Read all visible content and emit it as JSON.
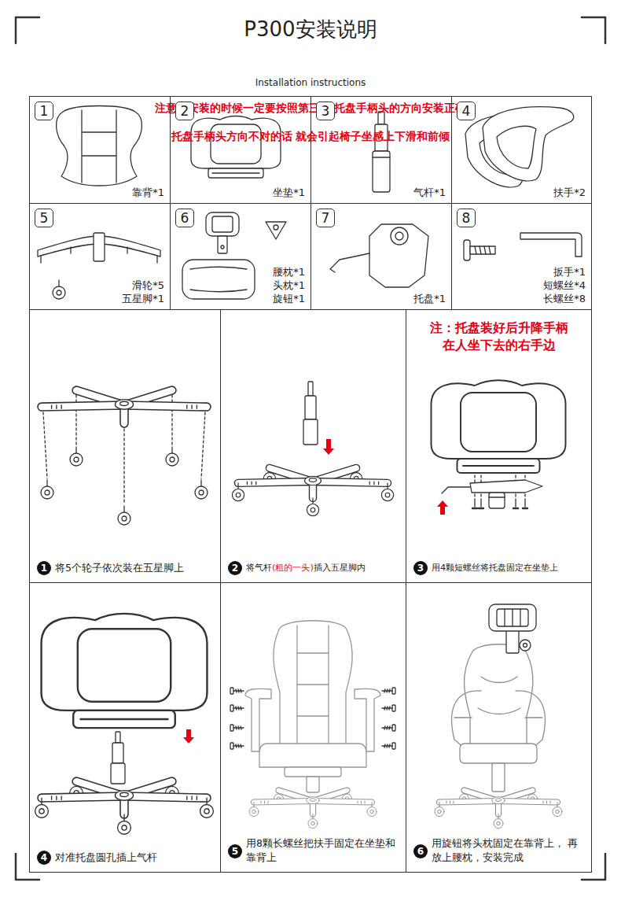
{
  "diagram": {
    "title": "P300安装说明",
    "nodes": [
      {
        "text": [
          "靠背*1"
        ]
      },
      {
        "text": [
          "1"
        ],
        "in": 0
      },
      {
        "text": [
          "坐垫*1"
        ]
      },
      {
        "text": [
          "2"
        ],
        "in": 2
      },
      {
        "text": [
          "气杆*1"
        ]
      },
      {
        "text": [
          "3"
        ],
        "in": 4
      },
      {
        "text": [
          "扶手*2"
        ]
      },
      {
        "text": [
          "4"
        ],
        "in": 6
      },
      {
        "text": [
          "滑轮*5",
          "五星脚*1"
        ]
      },
      {
        "text": [
          "5"
        ],
        "in": 8
      },
      {
        "text": [
          "腰枕*1",
          "头枕*1",
          "旋钮*1"
        ]
      },
      {
        "text": [
          "6"
        ],
        "in": 10
      },
      {
        "text": [
          "托盘*1"
        ]
      },
      {
        "text": [
          "7"
        ],
        "in": 12
      },
      {
        "text": [
          "扳手*1",
          "短螺丝*4",
          "长螺丝*8"
        ]
      },
      {
        "text": [
          "8"
        ],
        "in": 14
      },
      {
        "text": [
          "将5个轮子依次装在五星脚上"
        ]
      },
      {
        "text": [
          "1"
        ],
        "in": 16
      },
      {
        "text": [
          "将气杆",
          "(粗的一头)",
          "插入五星脚内"
        ]
      },
      {
        "text": [
          "2"
        ],
        "in": 18
      },
      {
        "text": [
          "注：托盘装好后升降手柄 在人坐下去的右手边",
          "用4颗短螺丝将托盘固定在坐垫上"
        ]
      },
      {
        "text": [
          "3"
        ],
        "in": 20
      },
      {
        "text": [
          "对准托盘圆孔插上气杆"
        ]
      },
      {
        "text": [
          "4"
        ],
        "in": 22
      },
      {
        "text": [
          "用8颗长螺丝把扶手固定在坐垫和 靠背上"
        ]
      },
      {
        "text": [
          "5"
        ],
        "in": 24
      },
      {
        "text": [
          "用旋钮将头枕固定在靠背上， 再放上腰枕，安装完成"
        ]
      },
      {
        "text": [
          "6"
        ],
        "in": 26
      }
    ],
    "labels": [
      "Installation instructions",
      "注意：安装的时候一定要按照第三步 托盘手柄头的方向安装正确",
      "托盘手柄头方向不对的话 就会引起椅子坐感上下滑和前倾"
    ]
  }
}
